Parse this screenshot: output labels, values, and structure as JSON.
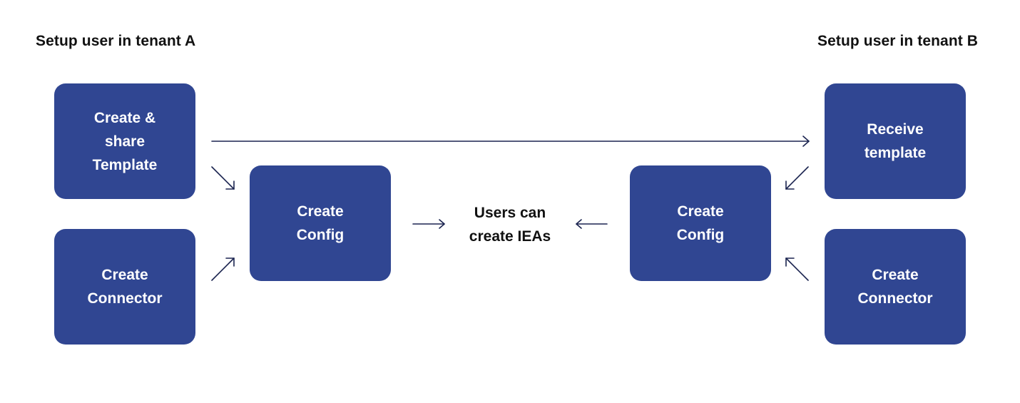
{
  "headings": {
    "tenant_a": "Setup user in tenant A",
    "tenant_b": "Setup user in tenant B"
  },
  "colors": {
    "box_fill": "#304692",
    "arrow": "#1b2450",
    "text_dark": "#111111",
    "box_text": "#ffffff"
  },
  "tenant_a": {
    "share_template": [
      "Create &",
      "share",
      "Template"
    ],
    "connector": [
      "Create",
      "Connector"
    ],
    "config": [
      "Create",
      "Config"
    ]
  },
  "center": {
    "result": [
      "Users can",
      "create IEAs"
    ]
  },
  "tenant_b": {
    "receive_template": [
      "Receive",
      "template"
    ],
    "connector": [
      "Create",
      "Connector"
    ],
    "config": [
      "Create",
      "Config"
    ]
  }
}
